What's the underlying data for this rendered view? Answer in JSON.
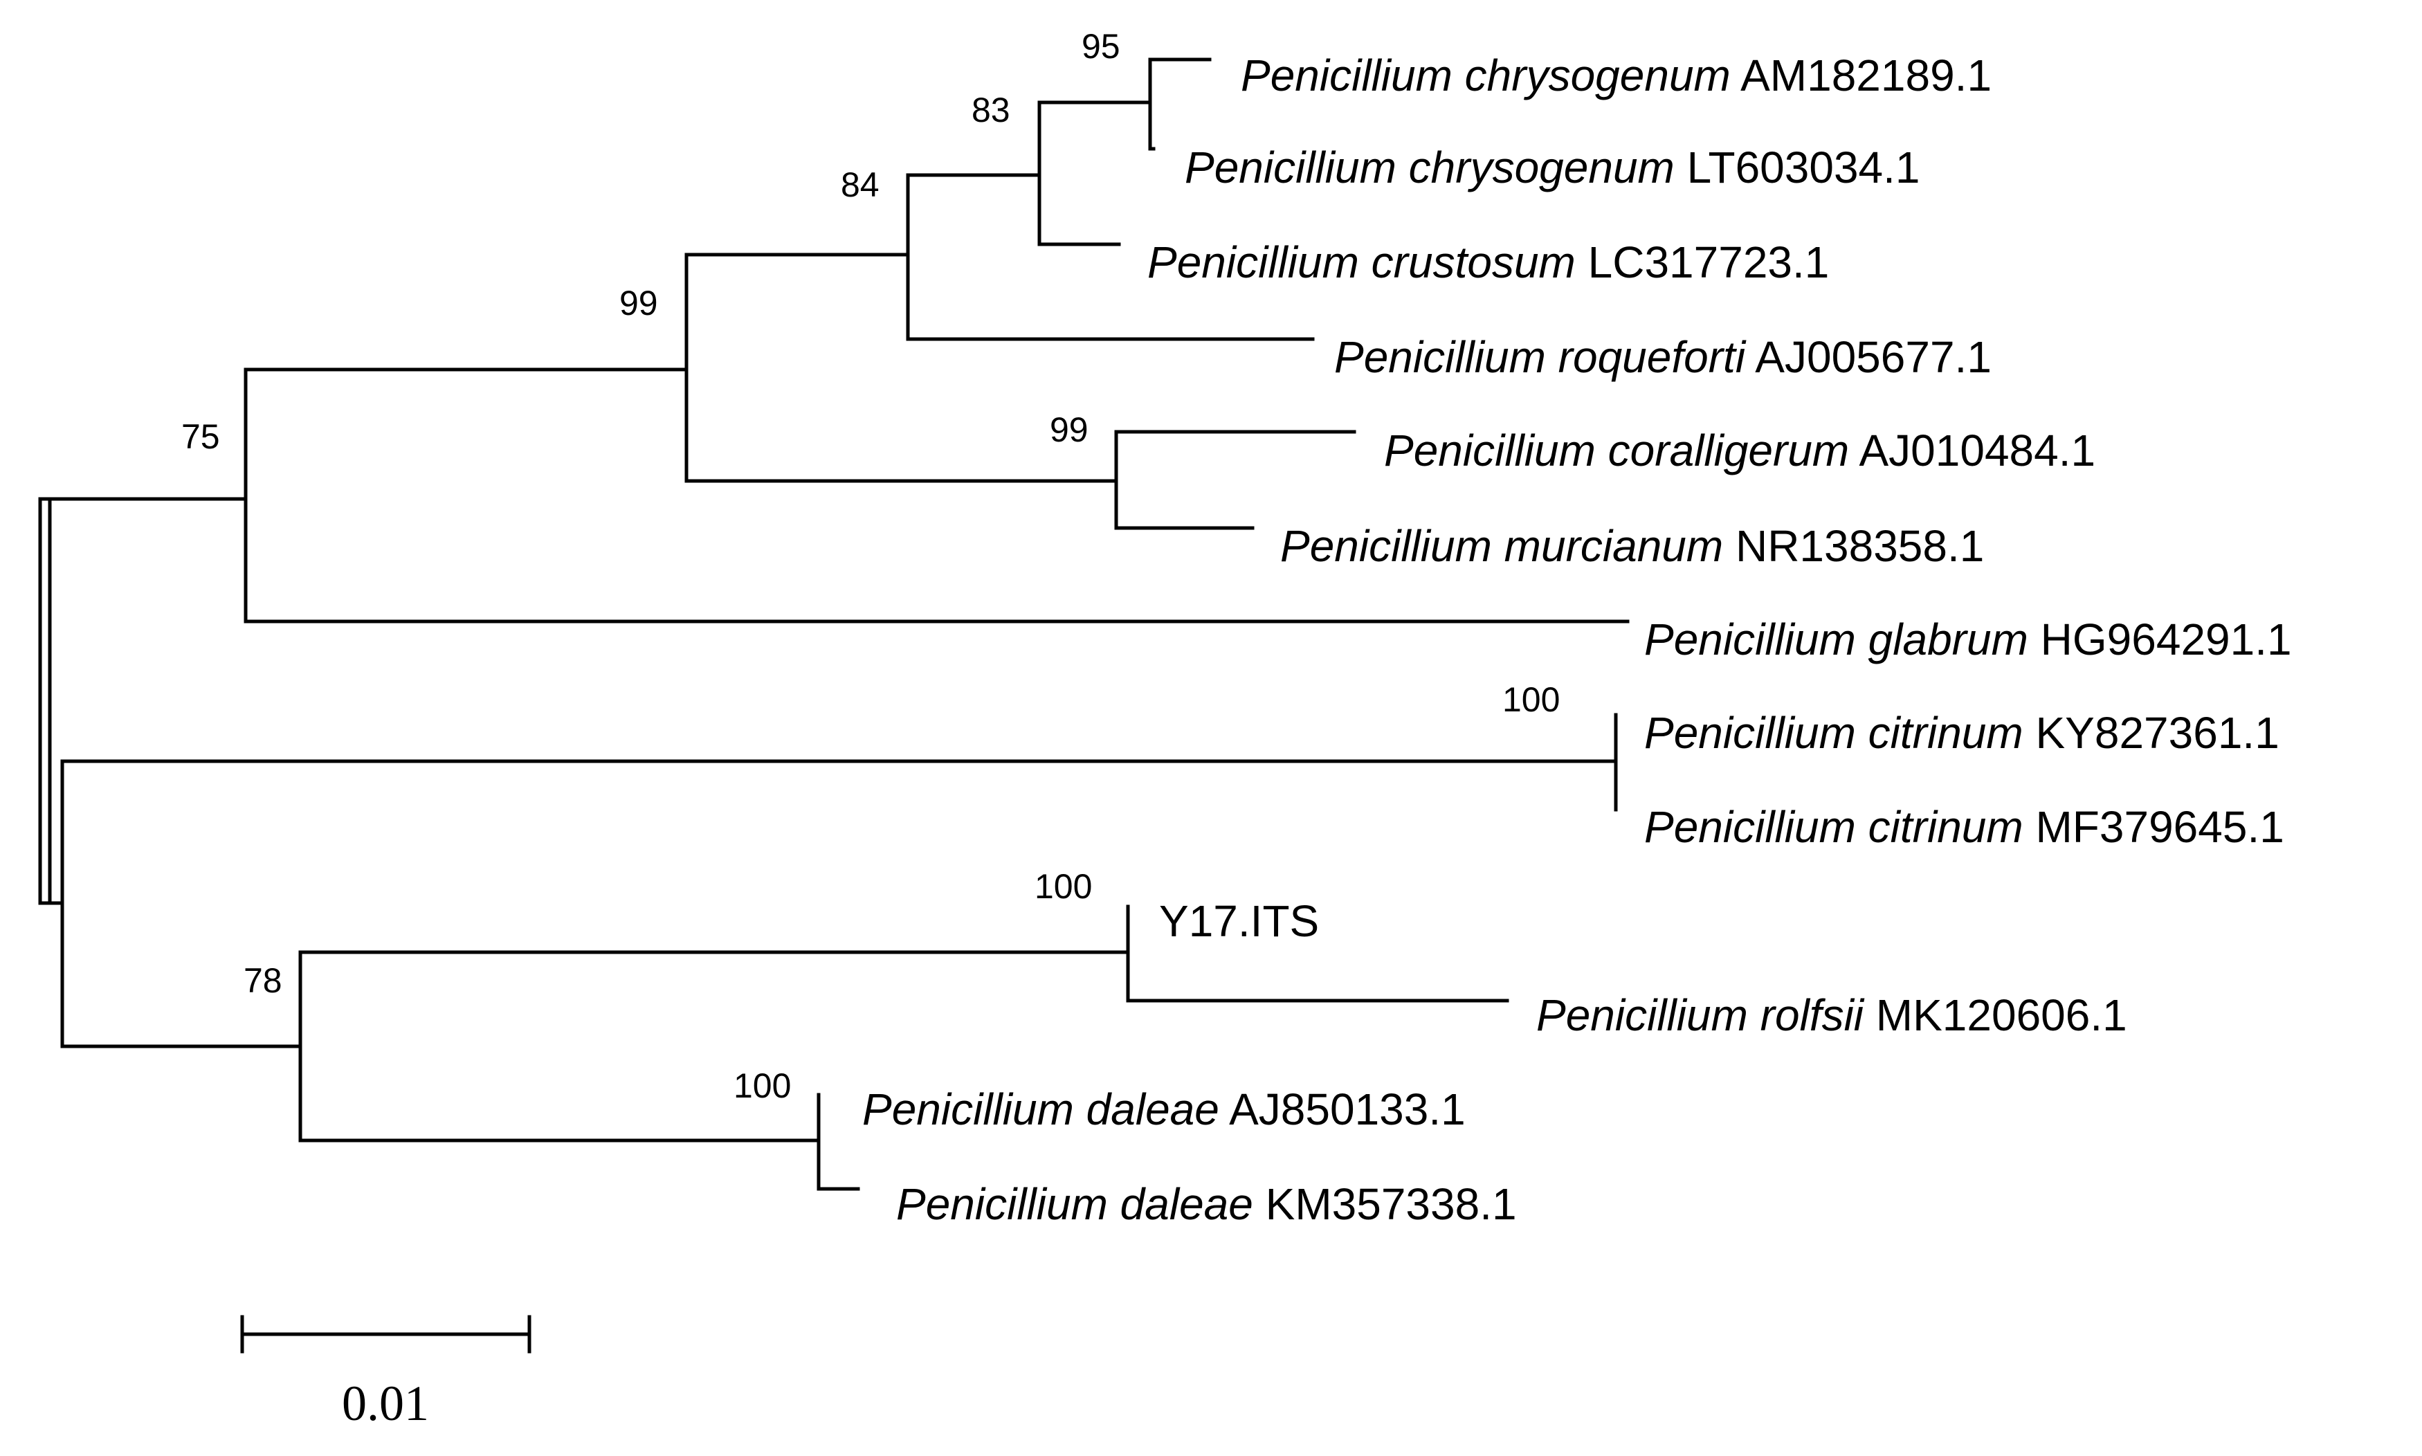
{
  "tree": {
    "taxa": [
      {
        "id": "t1",
        "genus": "Penicillium",
        "species": "chrysogenum",
        "accession": "AM182189.1"
      },
      {
        "id": "t2",
        "genus": "Penicillium",
        "species": "chrysogenum",
        "accession": "LT603034.1"
      },
      {
        "id": "t3",
        "genus": "Penicillium",
        "species": "crustosum",
        "accession": "LC317723.1"
      },
      {
        "id": "t4",
        "genus": "Penicillium",
        "species": "roqueforti",
        "accession": "AJ005677.1"
      },
      {
        "id": "t5",
        "genus": "Penicillium",
        "species": "coralligerum",
        "accession": "AJ010484.1"
      },
      {
        "id": "t6",
        "genus": "Penicillium",
        "species": "murcianum",
        "accession": "NR138358.1"
      },
      {
        "id": "t7",
        "genus": "Penicillium",
        "species": "glabrum",
        "accession": "HG964291.1"
      },
      {
        "id": "t8",
        "genus": "Penicillium",
        "species": "citrinum",
        "accession": "KY827361.1"
      },
      {
        "id": "t9",
        "genus": "Penicillium",
        "species": "citrinum",
        "accession": "MF379645.1"
      },
      {
        "id": "t10",
        "genus": "",
        "species": "",
        "accession": "Y17.ITS"
      },
      {
        "id": "t11",
        "genus": "Penicillium",
        "species": "rolfsii",
        "accession": "MK120606.1"
      },
      {
        "id": "t12",
        "genus": "Penicillium",
        "species": "daleae",
        "accession": "AJ850133.1"
      },
      {
        "id": "t13",
        "genus": "Penicillium",
        "species": "daleae",
        "accession": "KM357338.1"
      }
    ],
    "bootstrap": [
      {
        "node": "n_chrysogenum",
        "value": "95"
      },
      {
        "node": "n_crustosum",
        "value": "83"
      },
      {
        "node": "n_roqueforti",
        "value": "84"
      },
      {
        "node": "n_core",
        "value": "99"
      },
      {
        "node": "n_coralligerum",
        "value": "99"
      },
      {
        "node": "n_glabrum",
        "value": "75"
      },
      {
        "node": "n_citrinum",
        "value": "100"
      },
      {
        "node": "n_y17",
        "value": "100"
      },
      {
        "node": "n_daleae",
        "value": "100"
      },
      {
        "node": "n_lower",
        "value": "78"
      }
    ],
    "scale_bar": {
      "value": 0.01,
      "label": "0.01"
    }
  }
}
